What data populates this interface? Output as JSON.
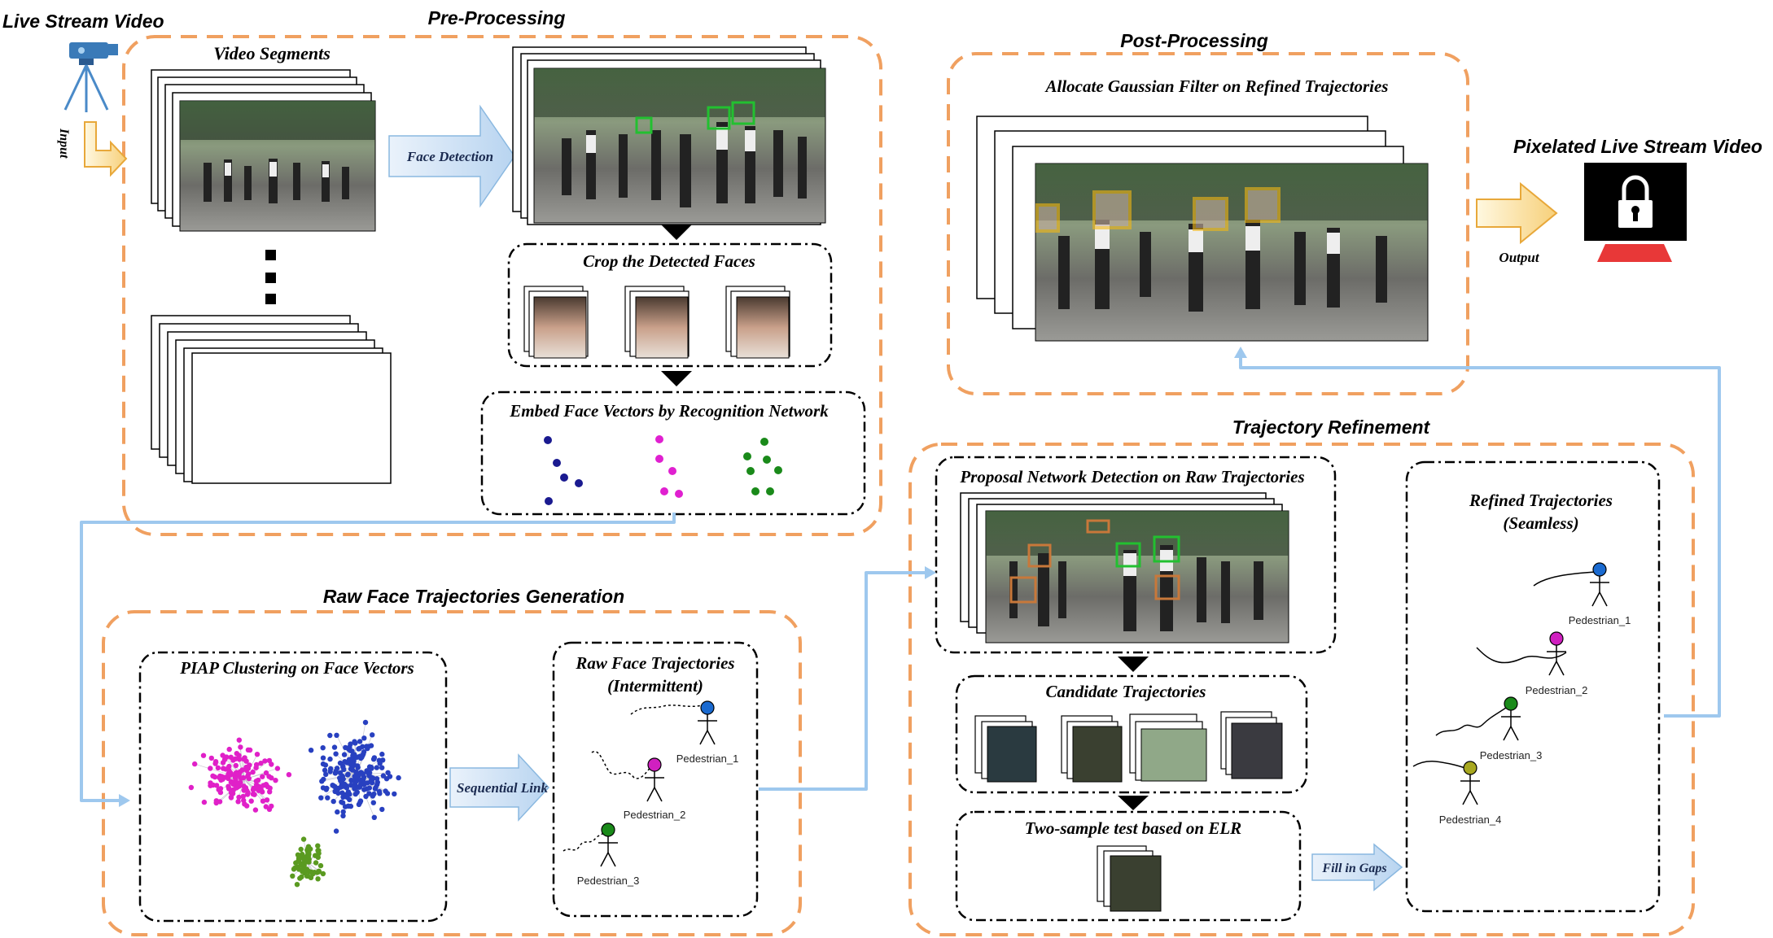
{
  "source": {
    "title": "Live Stream Video",
    "input_label": "Input"
  },
  "pre_processing": {
    "title": "Pre-Processing",
    "video_segments": "Video Segments",
    "face_detection": "Face Detection",
    "crop": "Crop the Detected Faces",
    "embed": "Embed Face Vectors by Recognition Network"
  },
  "post_processing": {
    "title": "Post-Processing",
    "gaussian": "Allocate Gaussian Filter on Refined Trajectories"
  },
  "output": {
    "title": "Pixelated Live Stream Video",
    "output_label": "Output"
  },
  "raw_gen": {
    "title": "Raw Face Trajectories Generation",
    "piap": "PIAP Clustering on Face Vectors",
    "sequential_link": "Sequential Link",
    "raw_title_1": "Raw Face Trajectories",
    "raw_title_2": "(Intermittent)",
    "pedestrians": [
      "Pedestrian_1",
      "Pedestrian_2",
      "Pedestrian_3"
    ]
  },
  "refinement": {
    "title": "Trajectory Refinement",
    "proposal": "Proposal Network Detection on Raw Trajectories",
    "candidate": "Candidate Trajectories",
    "two_sample": "Two-sample test based on ELR",
    "fill_gaps": "Fill in Gaps",
    "refined_title_1": "Refined Trajectories",
    "refined_title_2": "(Seamless)",
    "pedestrians": [
      "Pedestrian_1",
      "Pedestrian_2",
      "Pedestrian_3",
      "Pedestrian_4"
    ]
  },
  "colors": {
    "orange_dash": "#f0a060",
    "light_blue": "#9ec8ee",
    "yellow_box": "#f3b815",
    "green_box": "#22c030",
    "brown_box": "#c8783a",
    "cluster_magenta": "#e020c8",
    "cluster_blue": "#2840c0",
    "cluster_green": "#5a9a20",
    "ped_1": "#1a6ad0",
    "ped_2": "#d020c0",
    "ped_3": "#1a8a1a",
    "ped_4": "#a8a820"
  }
}
